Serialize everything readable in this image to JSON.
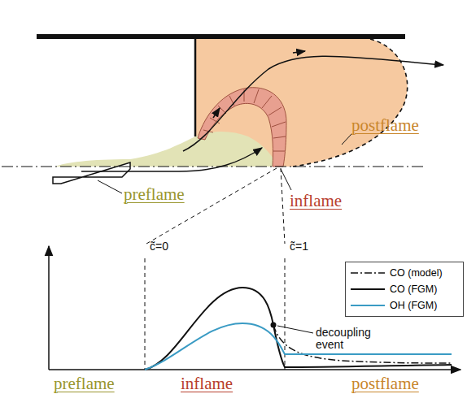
{
  "diagram": {
    "labels": [
      "preflame",
      "inflame",
      "postflame",
      "c̃=0",
      "c̃=1",
      "decoupling event",
      "preflame",
      "inflame",
      "postflame"
    ],
    "legend": [
      {
        "text": "CO (model)"
      },
      {
        "text": "CO (FGM)"
      },
      {
        "text": "OH (FGM)"
      }
    ]
  }
}
